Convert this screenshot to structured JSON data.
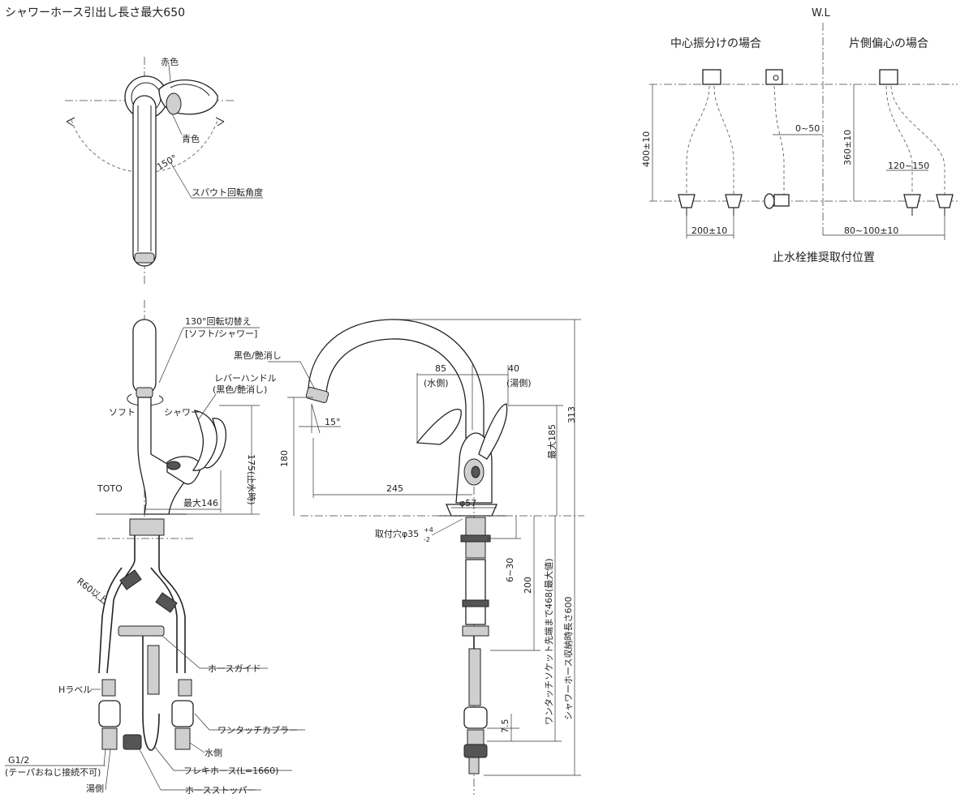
{
  "header": {
    "hose_note": "シャワーホース引出し長さ最大650",
    "wl": "W.L"
  },
  "top_view": {
    "red": "赤色",
    "blue": "青色",
    "angle": "150°",
    "spout_rotation": "スパウト回転角度"
  },
  "side_view": {
    "rotate_switch": "130°回転切替え",
    "soft_shower": "[ソフト/シャワー]",
    "soft": "ソフト",
    "shower": "シャワー",
    "lever": "レバーハンドル",
    "lever_color": "(黒色/艶消し)",
    "toto": "TOTO",
    "max146": "最大146",
    "h175": "175(止水時)",
    "r60": "R60以上",
    "hose_guide": "ホースガイド",
    "h_label": "Hラベル",
    "coupler": "ワンタッチカプラー",
    "water_side": "水側",
    "flexi": "フレキホース(L=1660)",
    "g12": "G1/2",
    "taper_note": "(テーパおねじ接続不可)",
    "hot_side": "湯側",
    "stopper": "ホースストッパー"
  },
  "front_view": {
    "black": "黒色/艶消し",
    "deg15": "15°",
    "d180": "180",
    "d245": "245",
    "d85": "85",
    "water": "(水側)",
    "d40": "40",
    "hot": "(湯側)",
    "max185": "最大185",
    "d313": "313",
    "phi57": "φ57",
    "hole": "取付穴φ35",
    "tol_plus": "+4",
    "tol_minus": "-2",
    "d6_30": "6~30",
    "d200": "200",
    "socket468": "ワンタッチソケット先端まで468(最大値)",
    "hose600": "シャワーホース収納時長さ600",
    "d7_5": "7.5"
  },
  "valve_layout": {
    "center": "中心振分けの場合",
    "offset": "片側偏心の場合",
    "h400": "400±10",
    "w200": "200±10",
    "off0_50": "0~50",
    "h360": "360±10",
    "w120_150": "120~150",
    "w80_100": "80~100±10",
    "title": "止水栓推奨取付位置"
  }
}
